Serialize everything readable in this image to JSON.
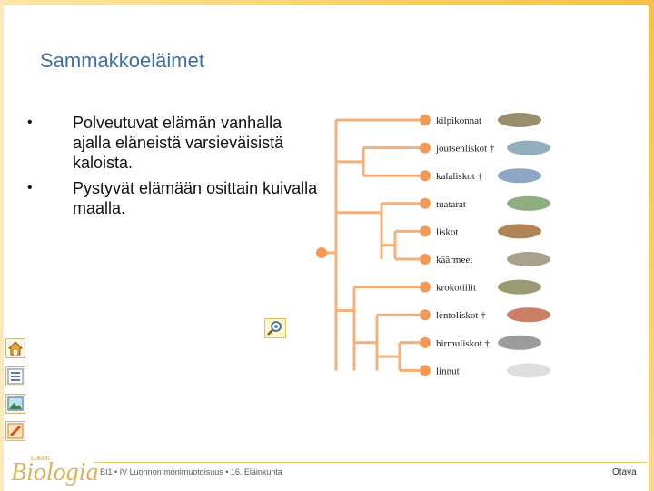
{
  "slide": {
    "title": "Sammakkoeläimet",
    "bullets": [
      "Polveutuvat elämän vanhalla ajalla eläneistä varsieväisistä kaloista.",
      "Pystyvät elämään osittain kuivalla maalla."
    ],
    "bullet_symbol": "•"
  },
  "tree": {
    "taxa": [
      {
        "label": "kilpikonnat",
        "extinct": false,
        "icon": "turtle-icon"
      },
      {
        "label": "joutsenliskot †",
        "extinct": true,
        "icon": "plesiosaur-icon"
      },
      {
        "label": "kalaliskot †",
        "extinct": true,
        "icon": "ichthyosaur-icon"
      },
      {
        "label": "tuatarat",
        "extinct": false,
        "icon": "tuatara-icon"
      },
      {
        "label": "liskot",
        "extinct": false,
        "icon": "lizard-icon"
      },
      {
        "label": "käärmeet",
        "extinct": false,
        "icon": "snake-icon"
      },
      {
        "label": "krokotiilit",
        "extinct": false,
        "icon": "crocodile-icon"
      },
      {
        "label": "lentoliskot †",
        "extinct": true,
        "icon": "pterosaur-icon"
      },
      {
        "label": "hirmuliskot †",
        "extinct": true,
        "icon": "dinosaur-icon"
      },
      {
        "label": "linnut",
        "extinct": false,
        "icon": "bird-icon"
      }
    ],
    "branch_color": "#f4b07a",
    "node_color": "#f29a55"
  },
  "sidebar": {
    "buttons": [
      {
        "name": "home-button",
        "icon": "home-icon"
      },
      {
        "name": "list-button",
        "icon": "list-icon"
      },
      {
        "name": "image-button",
        "icon": "image-icon"
      },
      {
        "name": "edit-button",
        "icon": "pencil-icon"
      }
    ]
  },
  "zoom": {
    "icon": "magnifier-icon"
  },
  "footer": {
    "logo_text": "Biologia",
    "logo_subtext": "Lukion",
    "caption": "BI1 • IV Luonnon monimuotoisuus • 16. Eläinkunta",
    "publisher": "Otava"
  }
}
